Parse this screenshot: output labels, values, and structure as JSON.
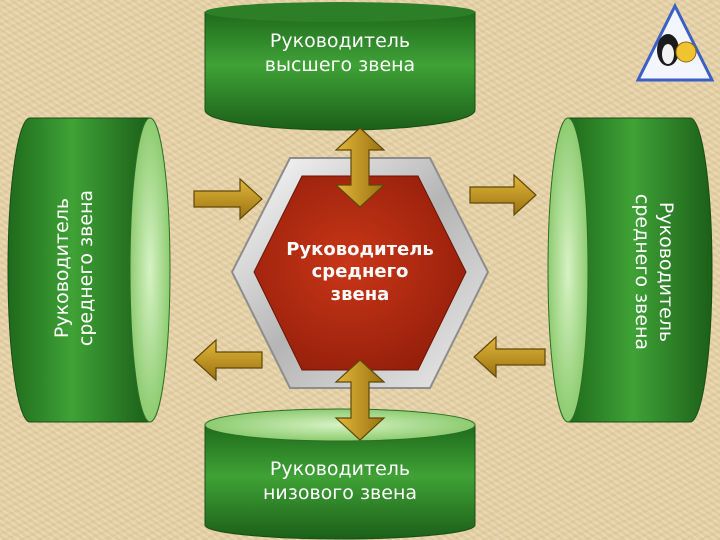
{
  "diagram": {
    "top_box": {
      "label": "Руководитель\nвысшего звена"
    },
    "bottom_box": {
      "label": "Руководитель\nнизового звена"
    },
    "left_box": {
      "label": "Руководитель\nсреднего звена"
    },
    "right_box": {
      "label": "Руководитель\nсреднего звена"
    },
    "center_hexagon": {
      "label": "Руководитель\nсреднего\nзвена"
    }
  },
  "colors": {
    "cylinder_green": "#2f8a2a",
    "cylinder_light": "#b9e6a0",
    "hexagon_fill": "#b82a10",
    "hexagon_frame": "#c8c8c8",
    "arrow_gold": "#c89a1c",
    "background": "#e8d3a6"
  },
  "logo": {
    "icon": "penguin-triangle-logo"
  }
}
